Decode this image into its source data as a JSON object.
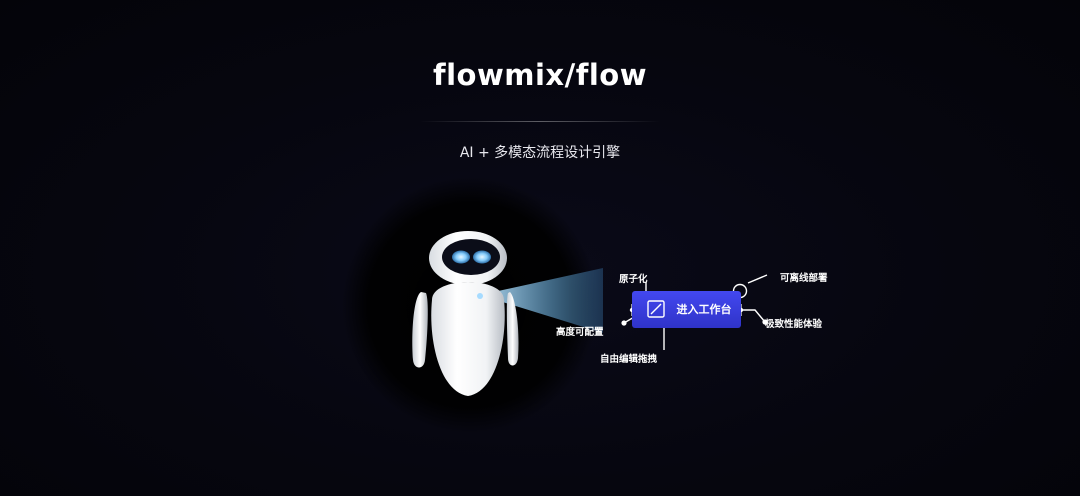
{
  "header": {
    "title": "flowmix/flow",
    "subtitle": "AI + 多模态流程设计引擎"
  },
  "hero": {
    "cta_label": "进入工作台",
    "features": {
      "left_top": "原子化",
      "left_mid": "高度可配置",
      "left_bottom": "自由编辑拖拽",
      "right_top": "可离线部署",
      "right_bottom": "极致性能体验"
    }
  },
  "colors": {
    "background": "#050510",
    "accent_blue": "#3a3fe0",
    "robot_eye": "#7fc6ff",
    "text": "#ffffff"
  },
  "icons": [
    "robot-illustration",
    "edit-icon",
    "connector-node-icon"
  ]
}
